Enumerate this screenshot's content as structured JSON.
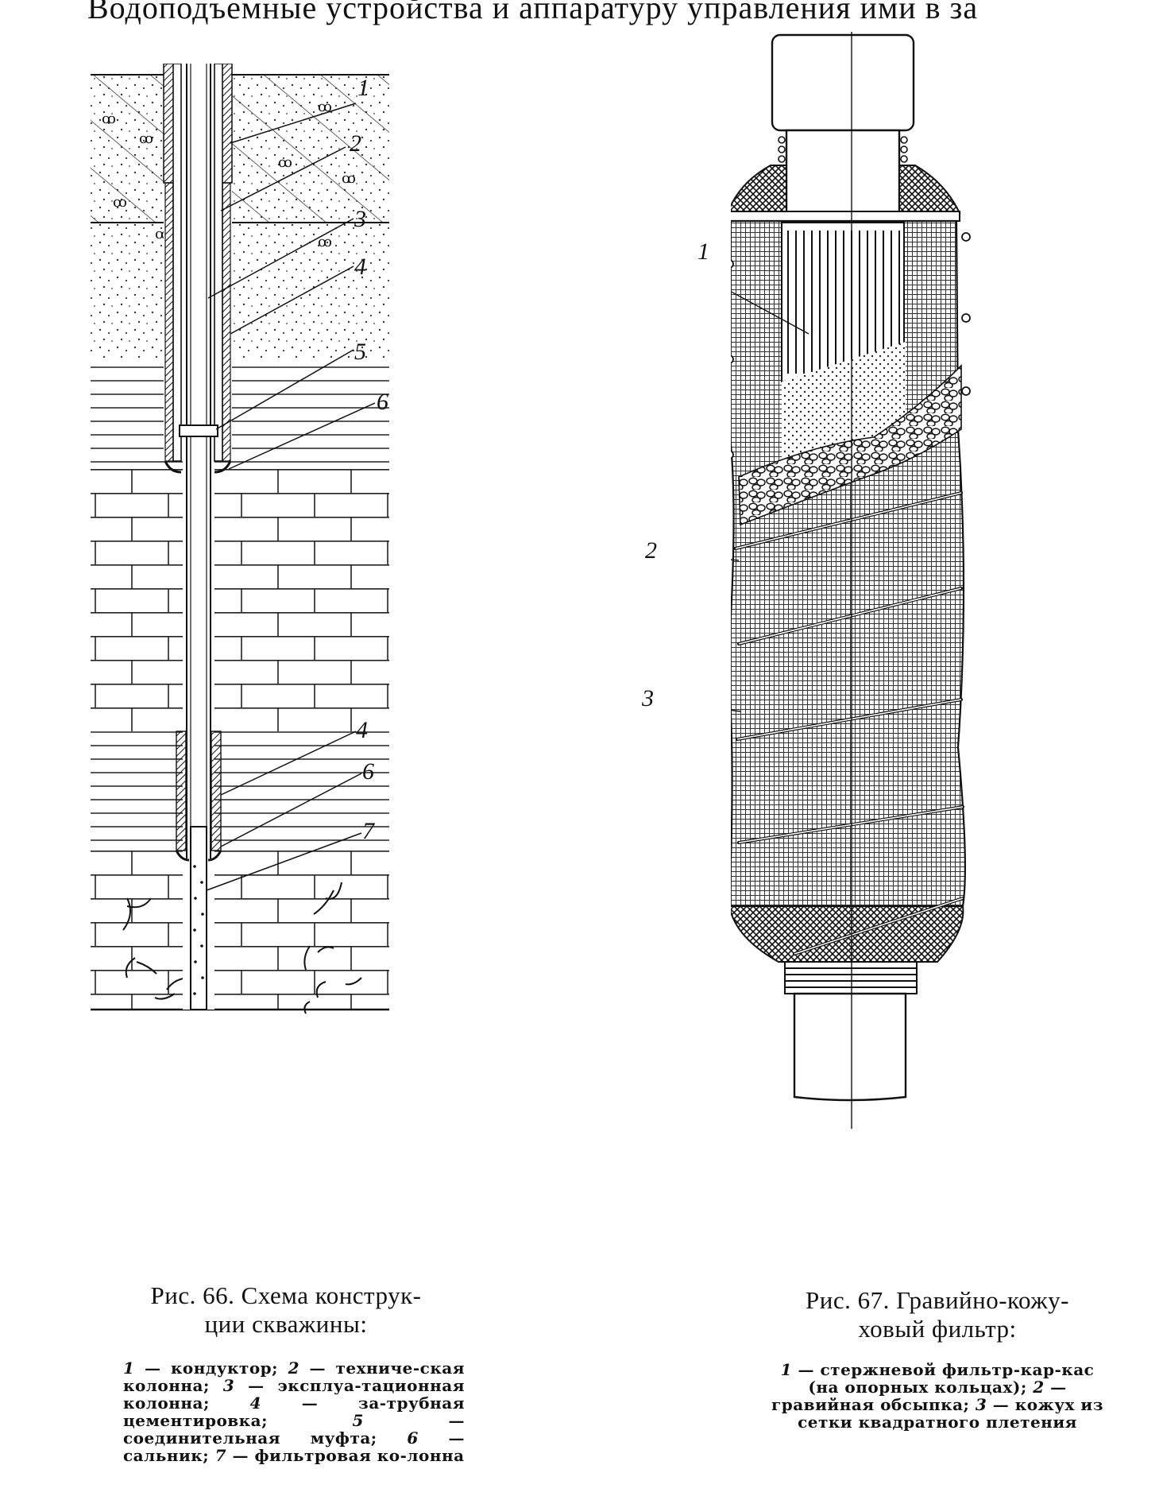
{
  "page": {
    "header_text": "Водоподъемные устройства и аппаратуру управления ими в за"
  },
  "figure66": {
    "callouts": [
      "1",
      "2",
      "3",
      "4",
      "5",
      "6",
      "4",
      "6",
      "7"
    ],
    "caption_title_line1": "Рис. 66. Схема конструк-",
    "caption_title_line2": "ции скважины:",
    "legend": [
      {
        "num": "1",
        "text": "— кондуктор;"
      },
      {
        "num": "2",
        "text": "— техниче-ская колонна;"
      },
      {
        "num": "3",
        "text": "— эксплуа-тационная колонна;"
      },
      {
        "num": "4",
        "text": "— за-трубная цементировка;"
      },
      {
        "num": "5",
        "text": "— соединительная муфта;"
      },
      {
        "num": "6",
        "text": "— сальник;"
      },
      {
        "num": "7",
        "text": "— фильтровая ко-лонна"
      }
    ]
  },
  "figure67": {
    "callouts": [
      "1",
      "2",
      "3"
    ],
    "caption_title_line1": "Рис. 67.  Гравийно-кожу-",
    "caption_title_line2": "ховый фильтр:",
    "legend": [
      {
        "num": "1",
        "text": "— стержневой фильтр-кар-кас (на опорных кольцах);"
      },
      {
        "num": "2",
        "text": "— гравийная обсыпка;"
      },
      {
        "num": "3",
        "text": "— кожух из сетки квадратного плетения"
      }
    ]
  }
}
